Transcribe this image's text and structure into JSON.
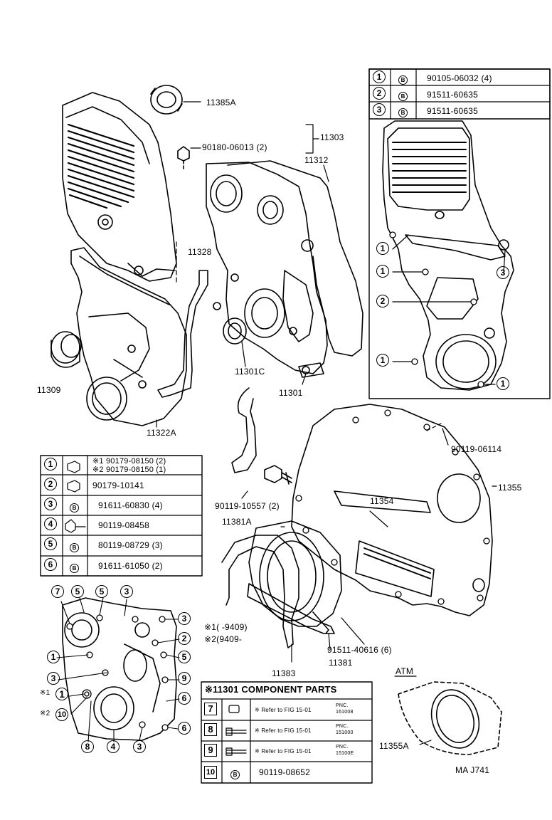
{
  "labels": {
    "p11385A": "11385A",
    "p11303": "11303",
    "p90180": "90180-06013 (2)",
    "p11312": "11312",
    "p11328": "11328",
    "p11309": "11309",
    "p11301C": "11301C",
    "p11301": "11301",
    "p11322A": "11322A",
    "p90119_06114": "90119-06114",
    "p11355": "11355",
    "p11354": "11354",
    "p90119_10557": "90119-10557 (2)",
    "p11381A": "11381A",
    "p9409a": "※1(      -9409)",
    "p9409b": "※2(9409-",
    "p91511_40616": "91511-40616 (6)",
    "p11381": "11381",
    "p11383": "11383",
    "atm": "ATM",
    "p11355A": "11355A",
    "ma": "MA  J741",
    "ast1": "※1",
    "ast2": "※2"
  },
  "right_table": [
    {
      "num": "1",
      "sym": "B",
      "part": "90105-06032 (4)"
    },
    {
      "num": "2",
      "sym": "B",
      "part": "91511-60635"
    },
    {
      "num": "3",
      "sym": "B",
      "part": "91511-60635"
    }
  ],
  "left_table": [
    {
      "num": "1",
      "part": "※1 90179-08150 (2)",
      "part2": "※2 90179-08150 (1)"
    },
    {
      "num": "2",
      "part": "90179-10141"
    },
    {
      "num": "3",
      "sym": "B",
      "part": "91611-60830 (4)"
    },
    {
      "num": "4",
      "part": "90119-08458"
    },
    {
      "num": "5",
      "sym": "B",
      "part": "80119-08729 (3)"
    },
    {
      "num": "6",
      "sym": "B",
      "part": "91611-61050 (2)"
    }
  ],
  "component": {
    "title": "※11301 COMPONENT PARTS",
    "rows": [
      {
        "num": "7",
        "ref": "※ Refer to FIG 15-01",
        "pnc": "PNC.",
        "pnc2": "161008"
      },
      {
        "num": "8",
        "ref": "※ Refer to FIG 15-01",
        "pnc": "PNC.",
        "pnc2": "151000"
      },
      {
        "num": "9",
        "ref": "※ Refer to FIG 15-01",
        "pnc": "PNC.",
        "pnc2": "15100E"
      },
      {
        "num": "10",
        "sym": "B",
        "part": "90119-08652"
      }
    ]
  },
  "callouts_right": [
    "1",
    "1",
    "2",
    "1",
    "1",
    "3"
  ],
  "callouts_left": [
    "7",
    "5",
    "5",
    "3",
    "3",
    "2",
    "1",
    "5",
    "3",
    "9",
    "6",
    "1",
    "10",
    "6",
    "8",
    "4",
    "3"
  ]
}
